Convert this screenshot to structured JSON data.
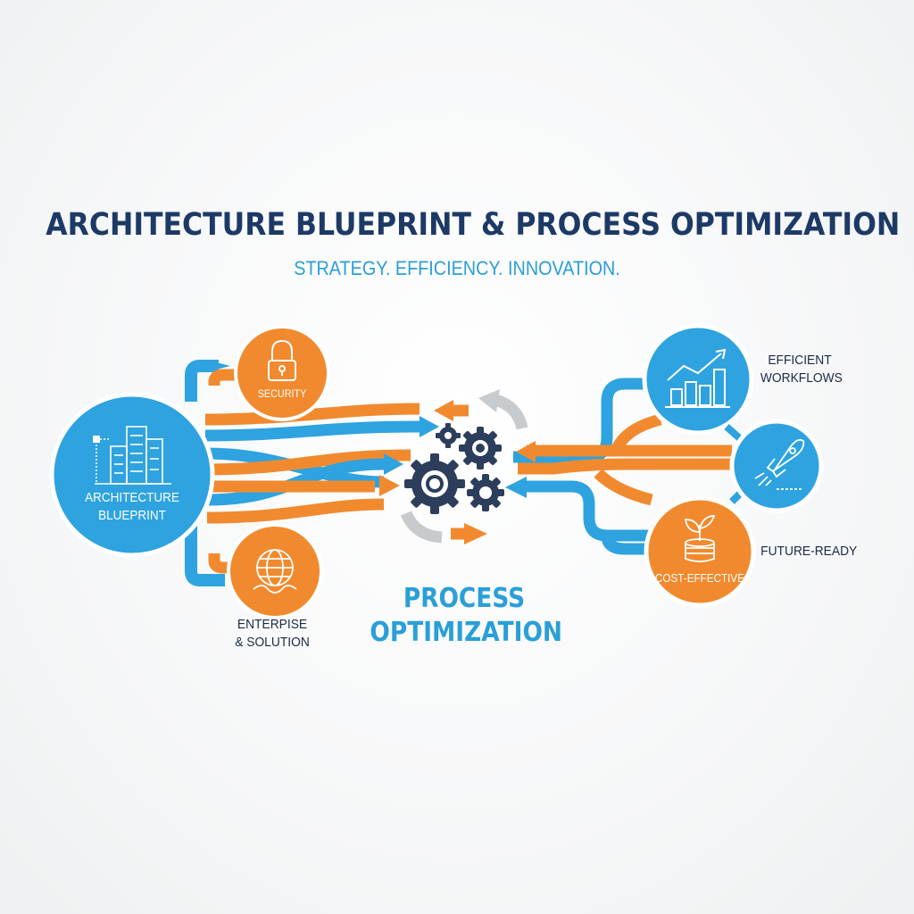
{
  "header": {
    "title": "ARCHITECTURE BLUEPRINT & PROCESS OPTIMIZATION",
    "subtitle": "STRATEGY. EFFICIENCY. INNOVATION."
  },
  "left": {
    "hub_label_line1": "ARCHITECTURE",
    "hub_label_line2": "BLUEPRINT",
    "security_label": "SECURITY",
    "enterprise_line1": "ENTERPISE",
    "enterprise_line2": "& SOLUTION"
  },
  "center": {
    "label_line1": "PROCESS",
    "label_line2": "OPTIMIZATION"
  },
  "right": {
    "efficient_line1": "EFFICIENT",
    "efficient_line2": "WORKFLOWS",
    "future_ready": "FUTURE-READY",
    "cost_effective": "COST-EFFECTIVE"
  },
  "colors": {
    "blue": "#2ea3df",
    "orange": "#f18a2e",
    "navy": "#1d3a66",
    "gear": "#2c3e5c",
    "gray": "#c8cbcd"
  },
  "icons": [
    "building-icon",
    "lock-icon",
    "globe-icon",
    "gears-icon",
    "chart-icon",
    "rocket-icon",
    "plant-coins-icon"
  ]
}
